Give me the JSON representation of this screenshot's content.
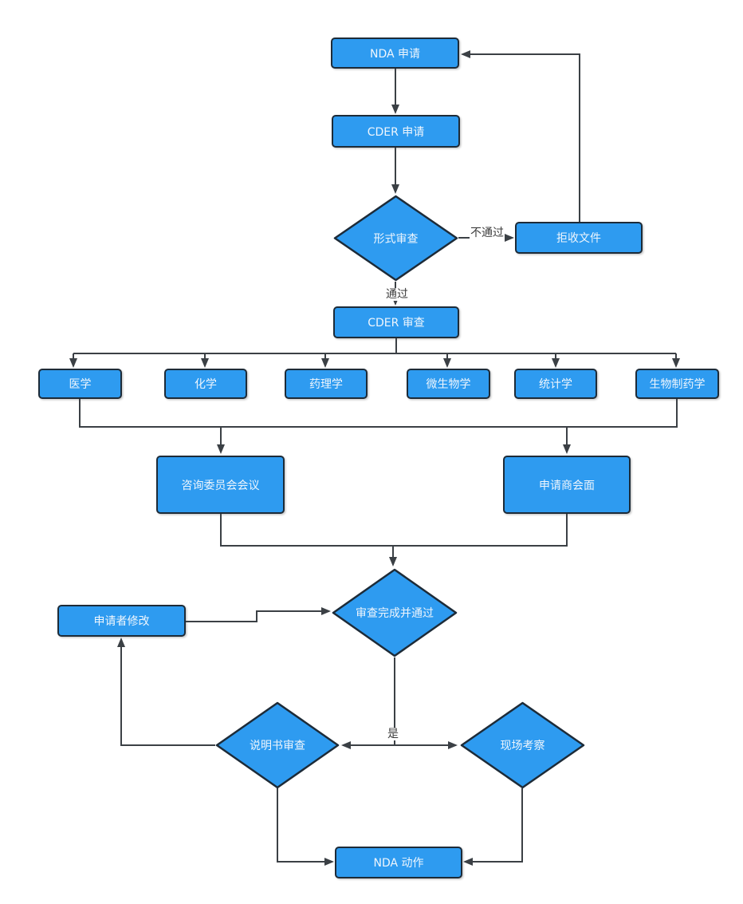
{
  "nodes": {
    "nda_application": {
      "label": "NDA 申请",
      "shape": "process"
    },
    "cder_application": {
      "label": "CDER 申请",
      "shape": "process"
    },
    "formal_review": {
      "label": "形式审查",
      "shape": "decision"
    },
    "reject_documents": {
      "label": "拒收文件",
      "shape": "process"
    },
    "cder_review": {
      "label": "CDER 审查",
      "shape": "process"
    },
    "medicine": {
      "label": "医学",
      "shape": "process"
    },
    "chemistry": {
      "label": "化学",
      "shape": "process"
    },
    "pharmacology": {
      "label": "药理学",
      "shape": "process"
    },
    "microbiology": {
      "label": "微生物学",
      "shape": "process"
    },
    "statistics": {
      "label": "统计学",
      "shape": "process"
    },
    "biopharmaceutics": {
      "label": "生物制药学",
      "shape": "process"
    },
    "advisory_committee_meeting": {
      "label": "咨询委员会会议",
      "shape": "process"
    },
    "applicant_meeting": {
      "label": "申请商会面",
      "shape": "process"
    },
    "review_complete_passed": {
      "label": "审查完成并通过",
      "shape": "decision"
    },
    "applicant_modification": {
      "label": "申请者修改",
      "shape": "process"
    },
    "label_review": {
      "label": "说明书审查",
      "shape": "decision"
    },
    "site_inspection": {
      "label": "现场考察",
      "shape": "decision"
    },
    "nda_action": {
      "label": "NDA 动作",
      "shape": "process"
    }
  },
  "edge_labels": {
    "not_passed": "不通过",
    "passed": "通过",
    "yes": "是"
  },
  "colors": {
    "node_fill": "#2E9BF0",
    "node_border": "#1D2B38",
    "node_text": "#EFF6FD",
    "connector": "#3B4045",
    "edge_label_text": "#3C3C3C",
    "background": "#FFFFFF"
  }
}
